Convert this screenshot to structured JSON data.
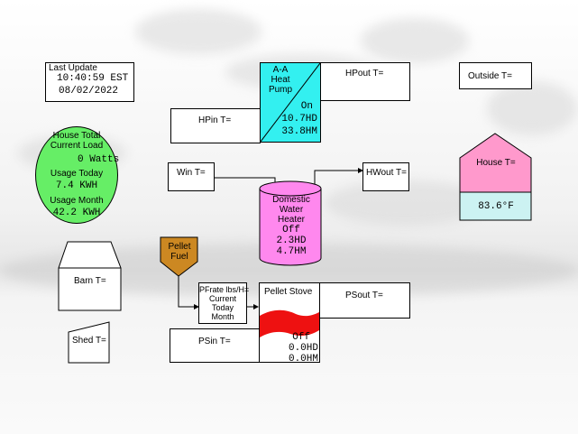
{
  "last_update": {
    "label": "Last Update",
    "time": "10:40:59 EST",
    "date": "08/02/2022"
  },
  "outside": {
    "label": "Outside T="
  },
  "heat_pump": {
    "line1": "A-A",
    "line2": "Heat",
    "line3": "Pump",
    "state": "On",
    "hd": "10.7HD",
    "hm": "33.8HM",
    "color": "#33f0f0"
  },
  "hpout": {
    "label": "HPout T="
  },
  "hpin": {
    "label": "HPin T="
  },
  "house_load": {
    "title1": "House Total",
    "title2": "Current Load",
    "watts": "0 Watts",
    "usage_today_label": "Usage Today",
    "usage_today": "7.4 KWH",
    "usage_month_label": "Usage Month",
    "usage_month": "42.2 KWH",
    "color": "#66ee66"
  },
  "win": {
    "label": "Win T="
  },
  "hwout": {
    "label": "HWout T="
  },
  "water_heater": {
    "line1": "Domestic",
    "line2": "Water",
    "line3": "Heater",
    "state": "Off",
    "hd": "2.3HD",
    "hm": "4.7HM",
    "color": "#ff88ee"
  },
  "house": {
    "label": "House T=",
    "temp": "83.6°F",
    "roof_color": "#ff99cc",
    "base_color": "#ccf2f2"
  },
  "barn": {
    "label": "Barn T="
  },
  "pellet_fuel": {
    "line1": "Pellet",
    "line2": "Fuel",
    "color": "#cc8822"
  },
  "pfrate": {
    "line1": "PFrate lbs/H=",
    "line2": "Current",
    "line3": "Today",
    "line4": "Month"
  },
  "pellet_stove": {
    "title": "Pellet Stove",
    "state": "Off",
    "hd": "0.0HD",
    "hm": "0.0HM",
    "flame_color": "#ee1111"
  },
  "psout": {
    "label": "PSout T="
  },
  "psin": {
    "label": "PSin T="
  },
  "shed": {
    "label": "Shed T="
  }
}
